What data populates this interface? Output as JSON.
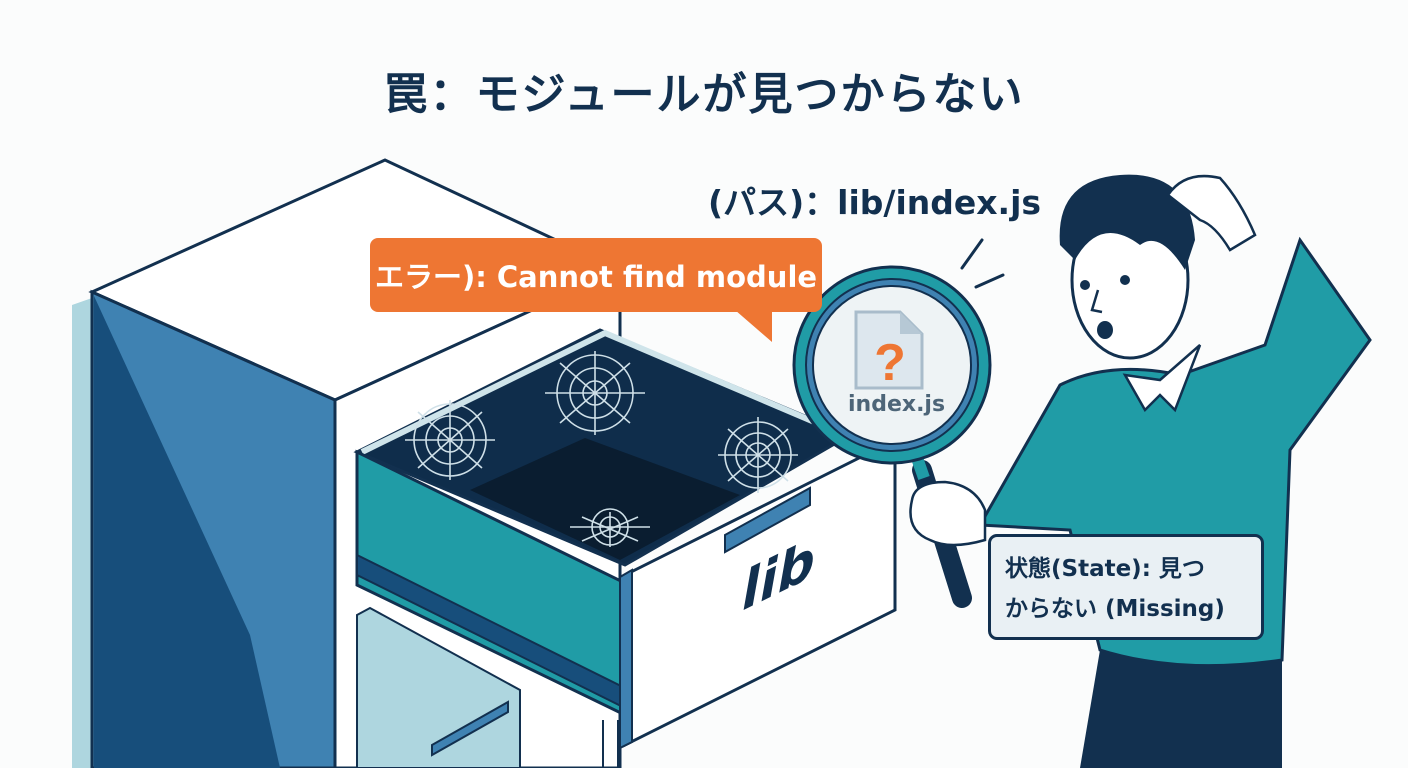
{
  "title": "罠：モジュールが見つからない",
  "path_label": "(パス)：lib/index.js",
  "error_bubble": {
    "text": "エラー): Cannot find module"
  },
  "magnifier": {
    "file_name": "index.js",
    "question_mark": "?"
  },
  "drawer": {
    "label": "lib"
  },
  "state_box": {
    "line1": "状態(State): 見つ",
    "line2": "からない (Missing)"
  },
  "colors": {
    "navy": "#12304f",
    "orange": "#ee7633",
    "teal": "#209ca6",
    "blue": "#3f82b2",
    "dark_blue": "#174e7b",
    "light_blue": "#aed6df",
    "drawer_dark": "#0d2a45"
  }
}
